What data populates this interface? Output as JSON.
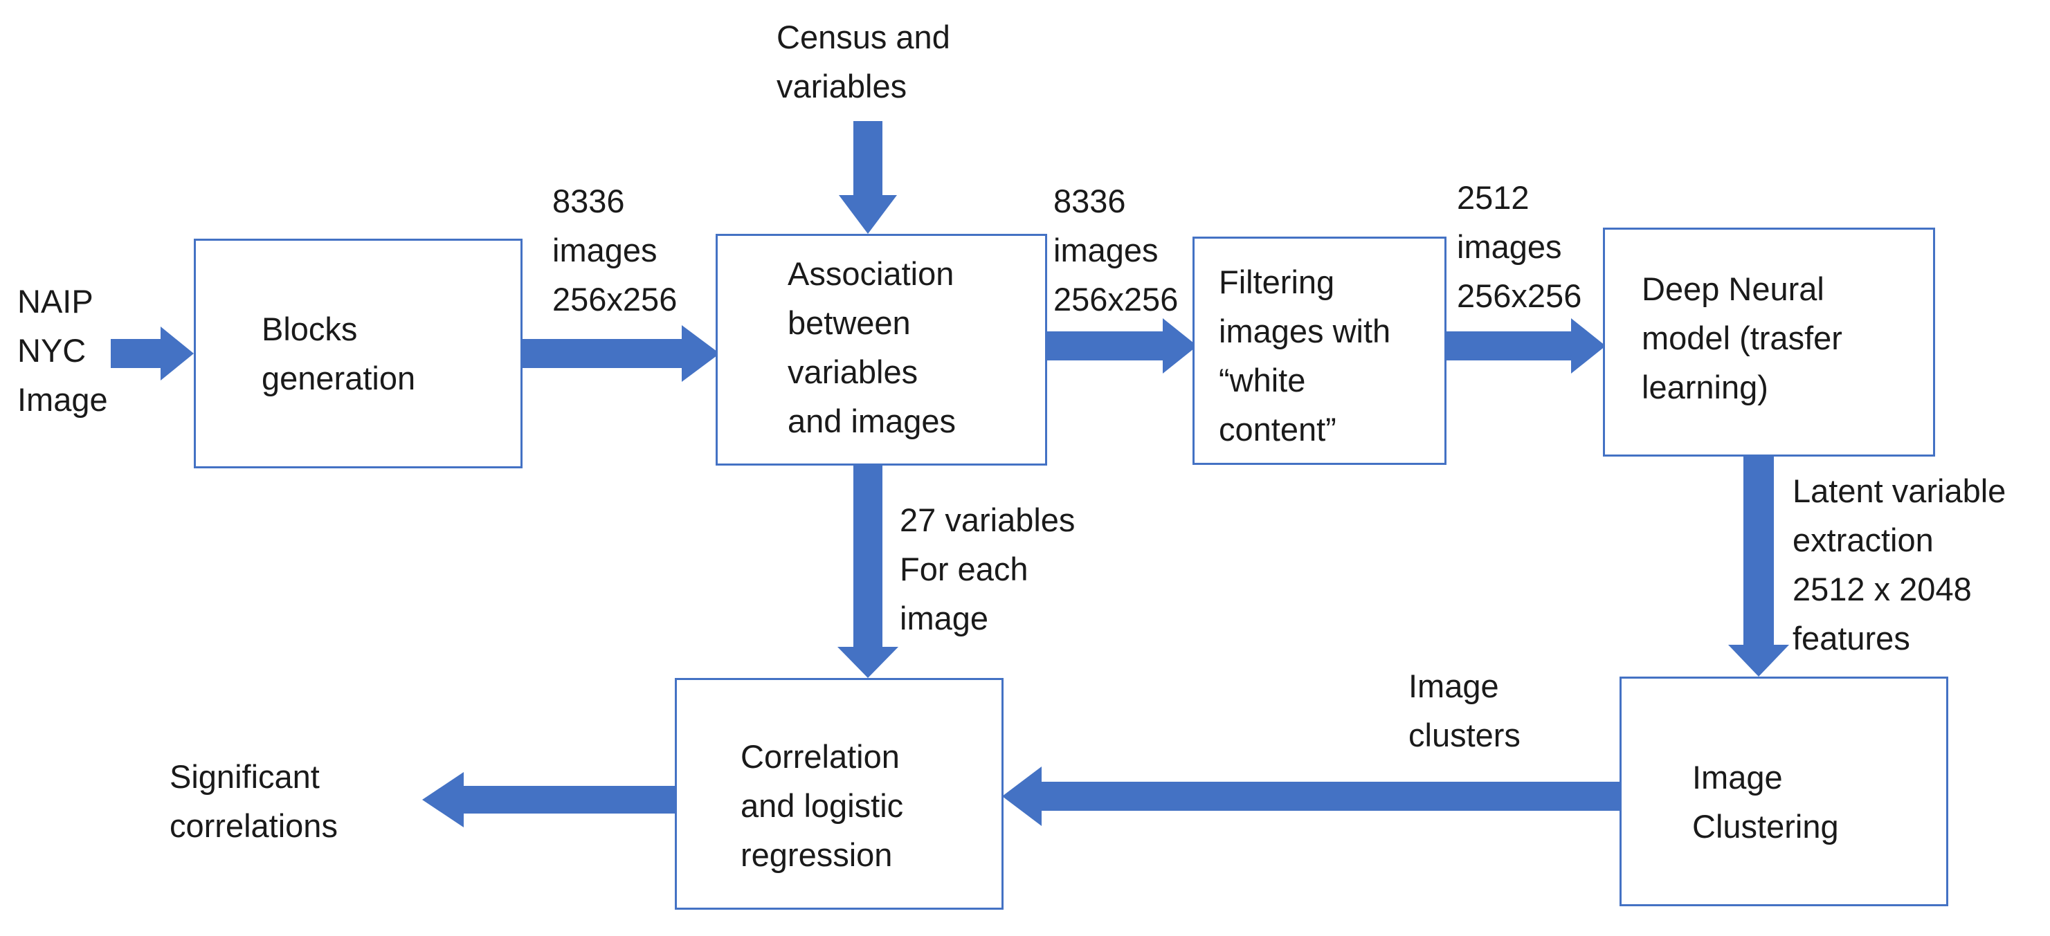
{
  "diagram": {
    "input_label": "NAIP\nNYC\nImage",
    "census_label": "Census and\nvariables",
    "boxes": {
      "blocks": "Blocks\ngeneration",
      "association": "Association\nbetween\nvariables\nand images",
      "filtering": "Filtering\nimages with\n“white\ncontent”",
      "dnn": "Deep Neural\nmodel (trasfer\nlearning)",
      "clustering": "Image\nClustering",
      "correlation": "Correlation\nand logistic\nregression"
    },
    "edge_labels": {
      "blocks_to_association": "8336\nimages\n256x256",
      "association_to_filtering": "8336\nimages\n256x256",
      "filtering_to_dnn": "2512\nimages\n256x256",
      "association_to_correlation": "27 variables\nFor each\nimage",
      "dnn_to_clustering": "Latent variable\nextraction\n2512 x 2048\nfeatures",
      "clustering_to_correlation": "Image\nclusters"
    },
    "output_label": "Significant\ncorrelations",
    "colors": {
      "arrow": "#4472c4",
      "box_border": "#4472c4",
      "text": "#1a1a1a"
    }
  }
}
